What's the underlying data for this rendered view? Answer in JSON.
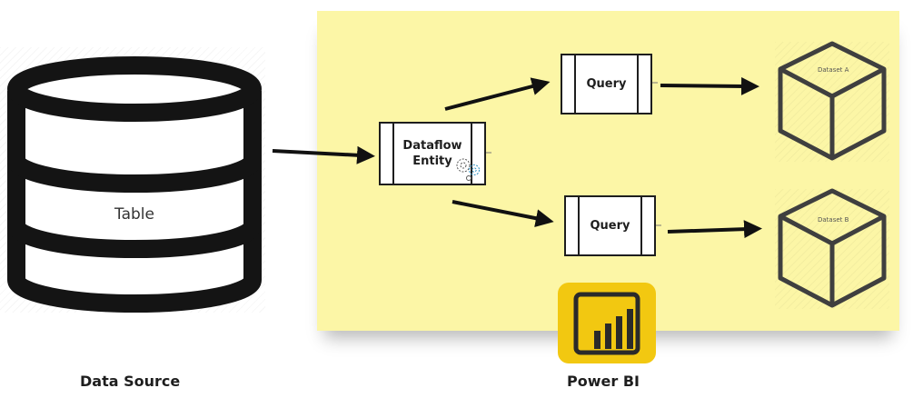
{
  "data_source": {
    "table_label": "Table",
    "caption": "Data Source"
  },
  "dataflow": {
    "line1": "Dataflow",
    "line2": "Entity",
    "gear_icon": "gear-icon"
  },
  "queries": [
    {
      "label": "Query"
    },
    {
      "label": "Query"
    }
  ],
  "datasets": [
    {
      "label": "Dataset A"
    },
    {
      "label": "Dataset B"
    }
  ],
  "power_bi": {
    "caption": "Power BI",
    "logo_icon": "power-bi-logo",
    "logo_color": "#f2c811"
  },
  "colors": {
    "sticky_note": "#fcf6a6",
    "stroke": "#1e1e1e",
    "cube_stroke": "#3f3f3f"
  }
}
